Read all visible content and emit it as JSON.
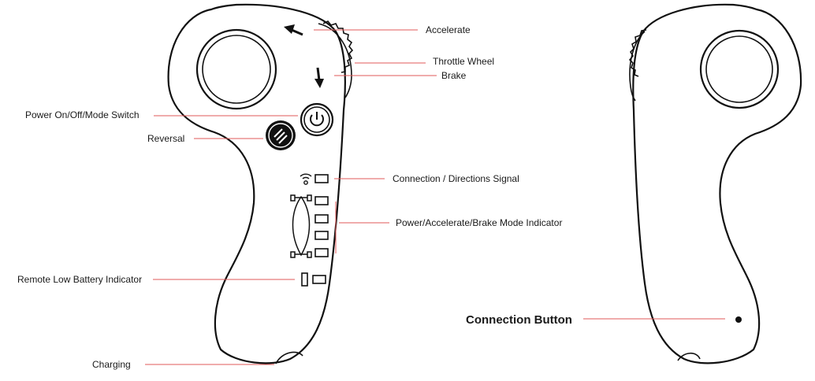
{
  "labels": {
    "accelerate": "Accelerate",
    "throttle_wheel": "Throttle Wheel",
    "brake": "Brake",
    "power_switch": "Power On/Off/Mode Switch",
    "reversal": "Reversal",
    "connection_signal": "Connection / Directions Signal",
    "mode_indicator": "Power/Accelerate/Brake Mode Indicator",
    "low_battery": "Remote Low Battery Indicator",
    "charging": "Charging",
    "connection_button": "Connection Button"
  },
  "colors": {
    "leader_line": "#e05a5a",
    "outline": "#111111",
    "background": "#ffffff"
  }
}
